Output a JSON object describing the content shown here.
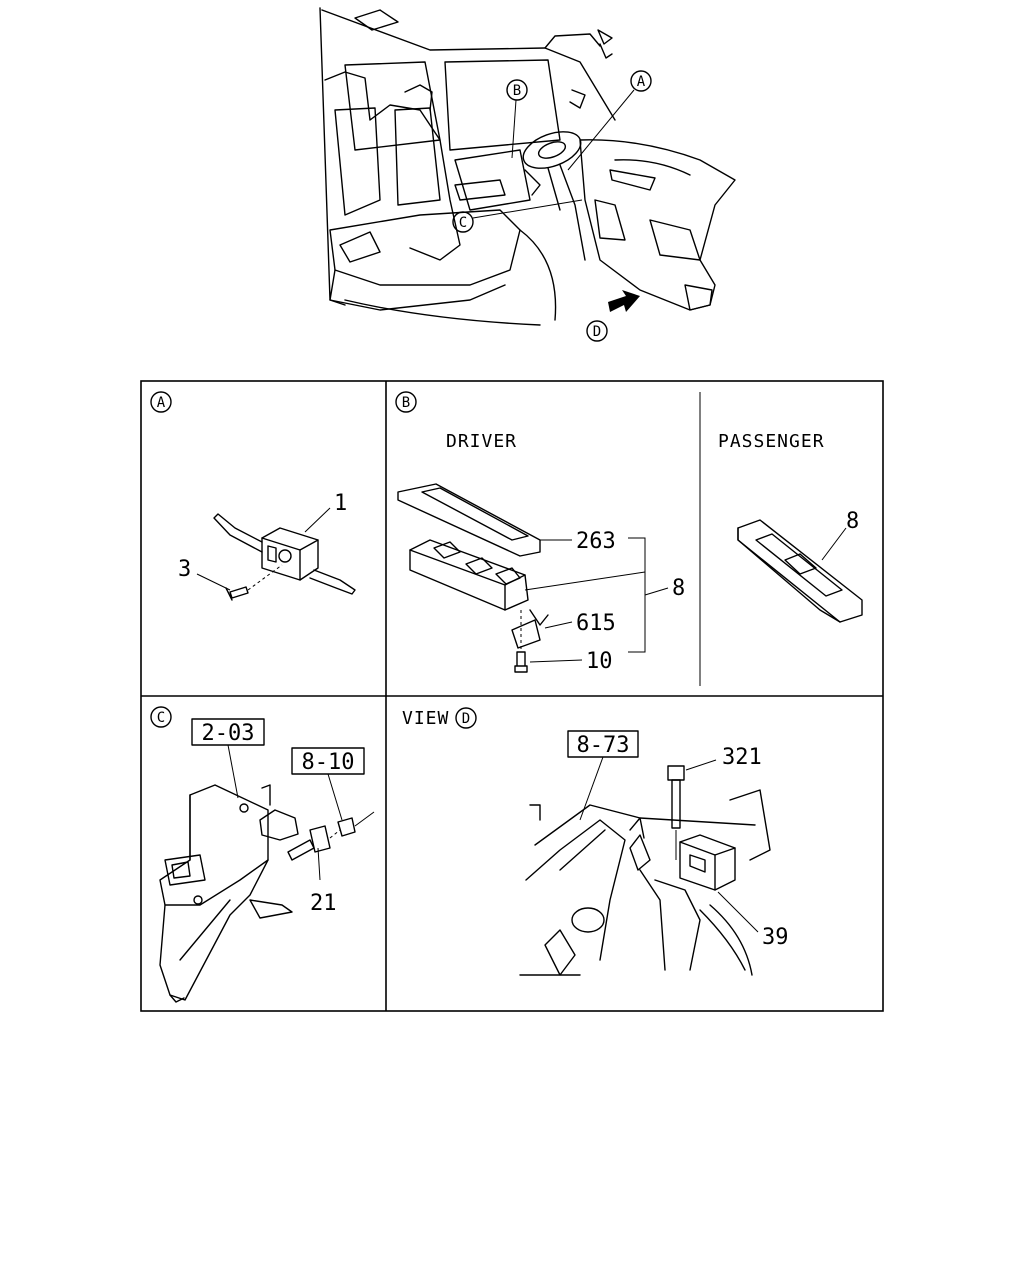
{
  "overview": {
    "callouts": {
      "a": "A",
      "b": "B",
      "c": "C",
      "d": "D"
    }
  },
  "panel_a": {
    "marker": "A",
    "parts": {
      "p1": "1",
      "p3": "3"
    }
  },
  "panel_b": {
    "marker": "B",
    "driver_label": "DRIVER",
    "passenger_label": "PASSENGER",
    "parts": {
      "p263": "263",
      "p8": "8",
      "p615": "615",
      "p10": "10",
      "p8_passenger": "8"
    }
  },
  "panel_c": {
    "marker": "C",
    "boxed_refs": {
      "ref_2_03": "2-03",
      "ref_8_10": "8-10"
    },
    "parts": {
      "p21": "21"
    }
  },
  "panel_d": {
    "view_label": "VIEW",
    "marker": "D",
    "boxed_refs": {
      "ref_8_73": "8-73"
    },
    "parts": {
      "p321": "321",
      "p39": "39"
    }
  }
}
